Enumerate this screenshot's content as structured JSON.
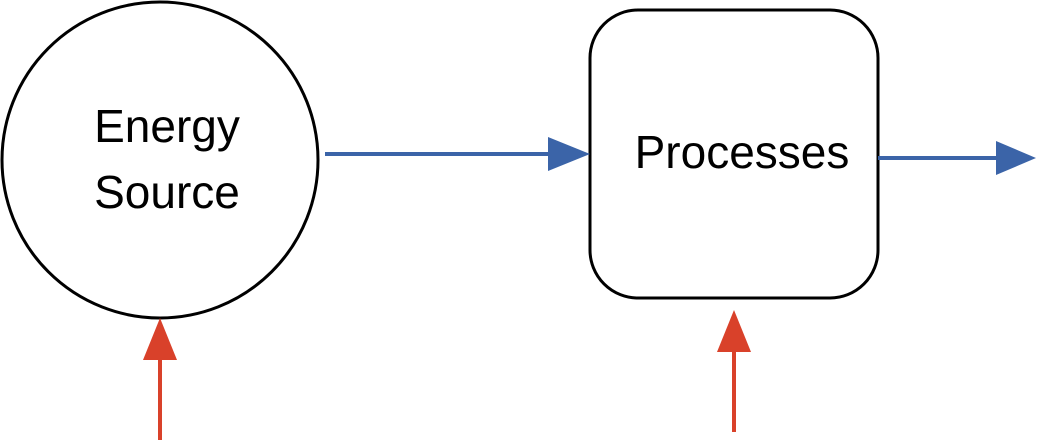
{
  "nodes": {
    "energy_source": {
      "label_line1": "Energy",
      "label_line2": "Source"
    },
    "processes": {
      "label": "Processes"
    }
  },
  "colors": {
    "flow_arrow": "#3b64a8",
    "input_arrow": "#d9412a",
    "node_stroke": "#000000",
    "background": "#ffffff"
  }
}
